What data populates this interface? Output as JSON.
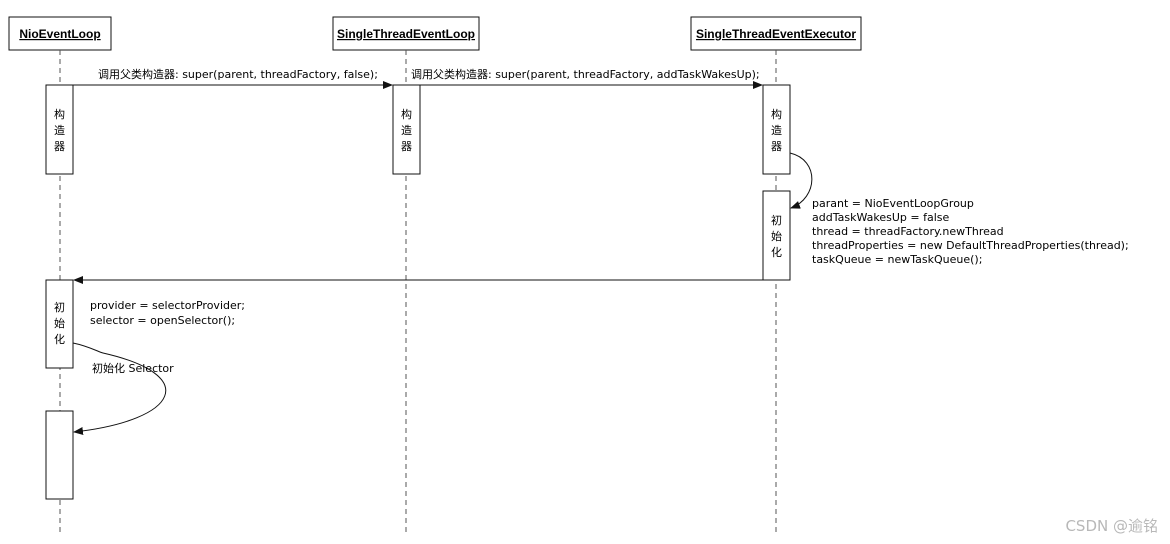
{
  "participants": [
    {
      "name": "NioEventLoop"
    },
    {
      "name": "SingleThreadEventLoop"
    },
    {
      "name": "SingleThreadEventExecutor"
    }
  ],
  "messages": [
    {
      "label": "调用父类构造器: super(parent, threadFactory, false);"
    },
    {
      "label": "调用父类构造器: super(parent, threadFactory, addTaskWakesUp);"
    }
  ],
  "activations": {
    "nio_ctor": [
      "构",
      "造",
      "器"
    ],
    "stel_ctor": [
      "构",
      "造",
      "器"
    ],
    "stee_ctor": [
      "构",
      "造",
      "器"
    ],
    "stee_init": [
      "初",
      "始",
      "化"
    ],
    "nio_init": [
      "初",
      "始",
      "化"
    ]
  },
  "notes": {
    "stee_init": [
      "parant = NioEventLoopGroup",
      "addTaskWakesUp = false",
      "thread = threadFactory.newThread",
      "threadProperties = new DefaultThreadProperties(thread);",
      "taskQueue = newTaskQueue();"
    ],
    "nio_init": [
      "provider = selectorProvider;",
      "selector = openSelector();"
    ],
    "selector_label": "初始化 Selector"
  },
  "watermark": "CSDN @逾铭",
  "colors": {
    "line": "#111111",
    "lifeline": "#555555",
    "box_fill": "#ffffff",
    "watermark": "#b8b8b8"
  }
}
